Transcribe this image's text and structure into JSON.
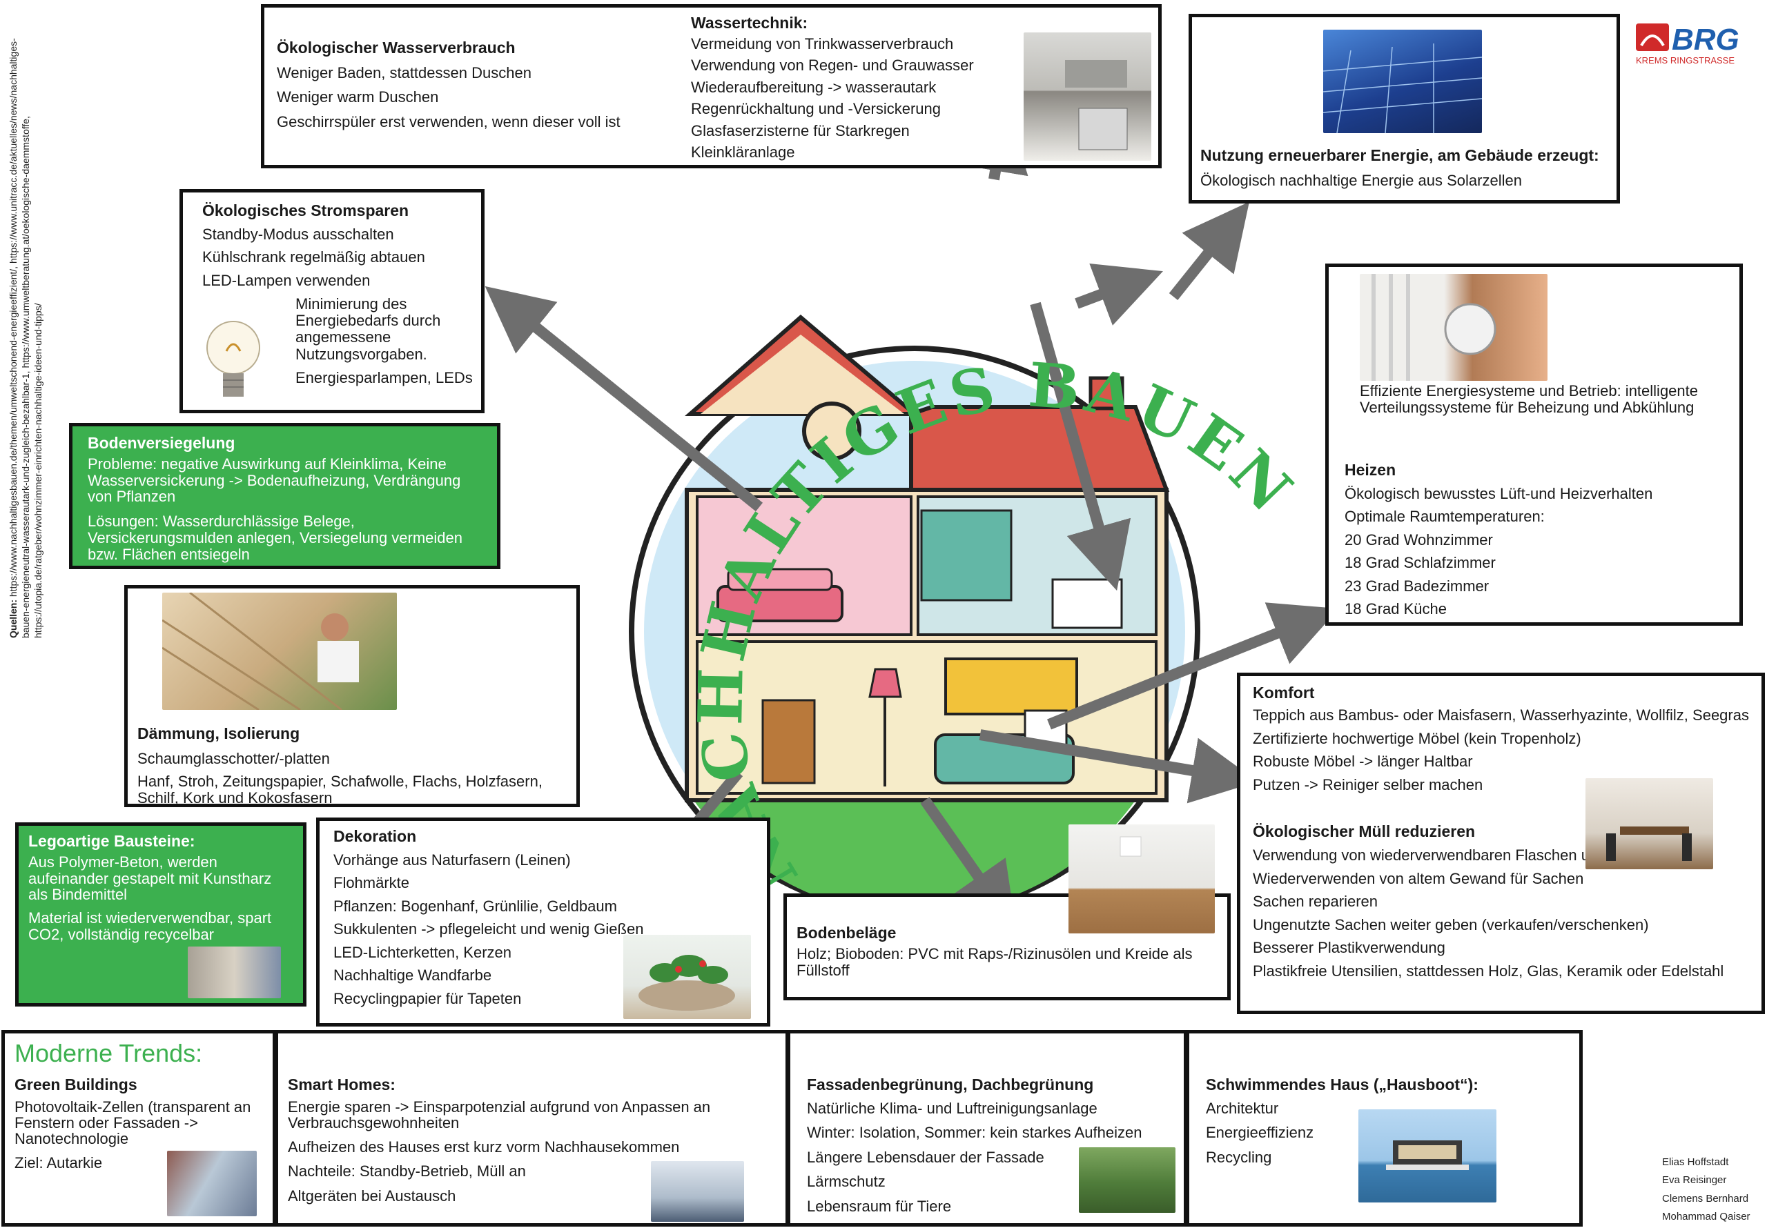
{
  "sources": {
    "label": "Quellen:",
    "text": "https://www.nachhaltigesbauen.de/themen/umweltschonend-energieeffizient/, https://www.unitracc.de/aktuelles/news/nachhaltiges-bauen-energieneutral-wasserautark-und-zugleich-bezahlbar-1, https://www.umweltberatung.at/oekologische-daemmstoffe, https://utopia.de/ratgeber/wohnzimmer-einrichten-nachhaltige-ideen-und-tipps/"
  },
  "logo": {
    "text": "BRG",
    "subtitle": "KREMS RINGSTRASSE",
    "color": "#d02a2a",
    "accent": "#1f5fae"
  },
  "center_title": "NACHHALTIGES BAUEN UND WOHNEN",
  "wasserverbrauch": {
    "title": "Ökologischer Wasserverbrauch",
    "lines": [
      "Weniger Baden, stattdessen Duschen",
      "Weniger warm Duschen",
      "Geschirrspüler erst verwenden, wenn dieser voll ist"
    ]
  },
  "wassertechnik": {
    "title": "Wassertechnik:",
    "lines": [
      "Vermeidung von Trinkwasserverbrauch",
      "Verwendung von Regen- und Grauwasser",
      "Wiederaufbereitung -> wasserautark",
      "Regenrückhaltung und -Versickerung",
      "Glasfaserzisterne für Starkregen",
      "Kleinkläranlage"
    ]
  },
  "erneuerbar": {
    "title": "Nutzung erneuerbarer Energie, am Gebäude erzeugt:",
    "lines": [
      "Ökologisch nachhaltige Energie aus Solarzellen"
    ]
  },
  "stromsparen": {
    "title": "Ökologisches Stromsparen",
    "lines": [
      "Standby-Modus ausschalten",
      "Kühlschrank regelmäßig abtauen",
      "LED-Lampen verwenden"
    ],
    "side": "Minimierung des Energiebedarfs durch angemessene Nutzungsvorgaben.",
    "side2": "Energiesparlampen, LEDs"
  },
  "heizen": {
    "intro": "Effiziente Energiesysteme und Betrieb: intelligente Verteilungssysteme für Beheizung und Abkühlung",
    "title": "Heizen",
    "lines": [
      "Ökologisch bewusstes Lüft-und Heizverhalten",
      "Optimale Raumtemperaturen:",
      "20 Grad Wohnzimmer",
      "18 Grad Schlafzimmer",
      "23 Grad Badezimmer",
      "18 Grad Küche"
    ]
  },
  "bodenversiegelung": {
    "title": "Bodenversiegelung",
    "lines": [
      "Probleme: negative Auswirkung auf Kleinklima, Keine Wasserversickerung -> Bodenaufheizung, Verdrängung von Pflanzen",
      "Lösungen: Wasserdurchlässige Belege, Versickerungsmulden anlegen, Versiegelung vermeiden bzw. Flächen entsiegeln"
    ]
  },
  "daemmung": {
    "title": "Dämmung, Isolierung",
    "lines": [
      "Schaumglasschotter/-platten",
      "Hanf, Stroh, Zeitungspapier, Schafwolle, Flachs, Holzfasern, Schilf, Kork und Kokosfasern"
    ]
  },
  "komfort": {
    "title": "Komfort",
    "lines": [
      "Teppich aus Bambus- oder Maisfasern, Wasserhyazinte, Wollfilz, Seegras",
      "Zertifizierte hochwertige Möbel (kein Tropenholz)",
      "Robuste Möbel -> länger Haltbar",
      "Putzen -> Reiniger selber machen"
    ],
    "title2": "Ökologischer Müll reduzieren",
    "lines2": [
      "Verwendung von wiederverwendbaren Flaschen und Tüten",
      "Wiederverwenden von altem Gewand für Sachen",
      "Sachen reparieren",
      "Ungenutzte Sachen weiter geben (verkaufen/verschenken)",
      "Besserer Plastikverwendung",
      "Plastikfreie Utensilien, stattdessen Holz, Glas, Keramik oder Edelstahl"
    ]
  },
  "lego": {
    "title": "Legoartige Bausteine:",
    "lines": [
      "Aus Polymer-Beton, werden aufeinander gestapelt mit Kunstharz als Bindemittel",
      "Material ist wiederverwendbar, spart CO2, vollständig recycelbar"
    ]
  },
  "dekoration": {
    "title": "Dekoration",
    "lines": [
      "Vorhänge aus Naturfasern (Leinen)",
      "Flohmärkte",
      "Pflanzen: Bogenhanf, Grünlilie, Geldbaum",
      "Sukkulenten -> pflegeleicht und wenig Gießen",
      "LED-Lichterketten, Kerzen",
      "Nachhaltige Wandfarbe",
      "Recyclingpapier für Tapeten"
    ]
  },
  "bodenbelaege": {
    "title": "Bodenbeläge",
    "lines": [
      "Holz; Bioboden: PVC mit Raps-/Rizinusölen und Kreide als Füllstoff"
    ]
  },
  "trends": {
    "heading": "Moderne Trends:",
    "green": {
      "title": "Green Buildings",
      "lines": [
        "Photovoltaik-Zellen (transparent an Fenstern oder Fassaden -> Nanotechnologie",
        "Ziel: Autarkie"
      ]
    },
    "smart": {
      "title": "Smart Homes:",
      "lines": [
        "Energie sparen -> Einsparpotenzial aufgrund von Anpassen an Verbrauchsgewohnheiten",
        "Aufheizen des Hauses erst kurz vorm Nachhausekommen",
        "Nachteile: Standby-Betrieb, Müll an",
        "Altgeräten bei Austausch"
      ]
    },
    "fassade": {
      "title": "Fassadenbegrünung, Dachbegrünung",
      "lines": [
        "Natürliche Klima- und Luftreinigungsanlage",
        "Winter: Isolation, Sommer: kein starkes Aufheizen",
        "Längere Lebensdauer der Fassade",
        "Lärmschutz",
        "Lebensraum für Tiere"
      ]
    },
    "haus": {
      "title": "Schwimmendes Haus („Hausboot“):",
      "lines": [
        "Architektur",
        "Energieeffizienz",
        "Recycling"
      ]
    }
  },
  "authors": [
    "Elias Hoffstadt",
    "Eva Reisinger",
    "Clemens Bernhard",
    "Mohammad Qaiser"
  ],
  "colors": {
    "green": "#3cb04f",
    "arrow": "#6e6e6e",
    "sky": "#cfe9f7",
    "roof": "#d9574a"
  }
}
